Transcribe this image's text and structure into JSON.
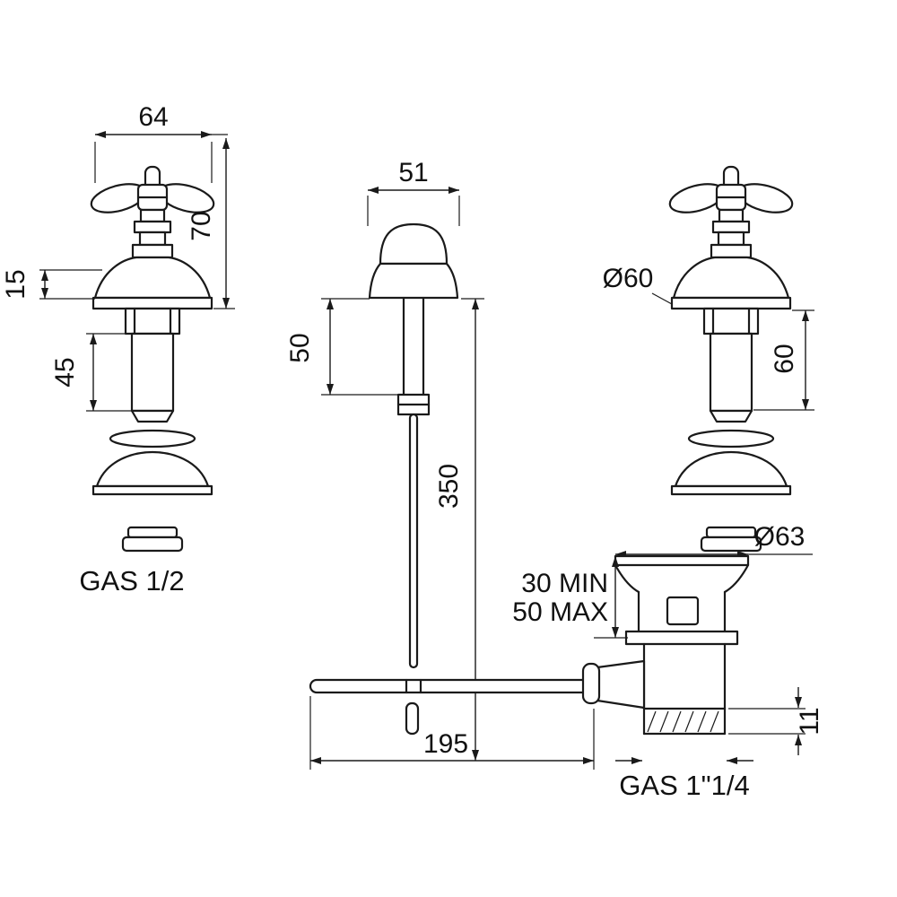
{
  "drawing": {
    "type": "faucet-technical-drawing",
    "background": "#ffffff",
    "line_color": "#1a1a1a",
    "left_valve": {
      "width": "64",
      "height": "70",
      "flange_height": "15",
      "stem_length": "45",
      "thread": "GAS 1/2"
    },
    "center_popup": {
      "knob_width": "51",
      "knob_height": "50",
      "rod_length": "350",
      "lever_length": "195"
    },
    "right_valve": {
      "flange_diameter": "Ø60",
      "stem_length": "60"
    },
    "drain": {
      "flange_diameter": "Ø63",
      "depth_min": "30 MIN",
      "depth_max": "50 MAX",
      "thread_height": "11",
      "thread": "GAS 1\"1/4"
    }
  }
}
